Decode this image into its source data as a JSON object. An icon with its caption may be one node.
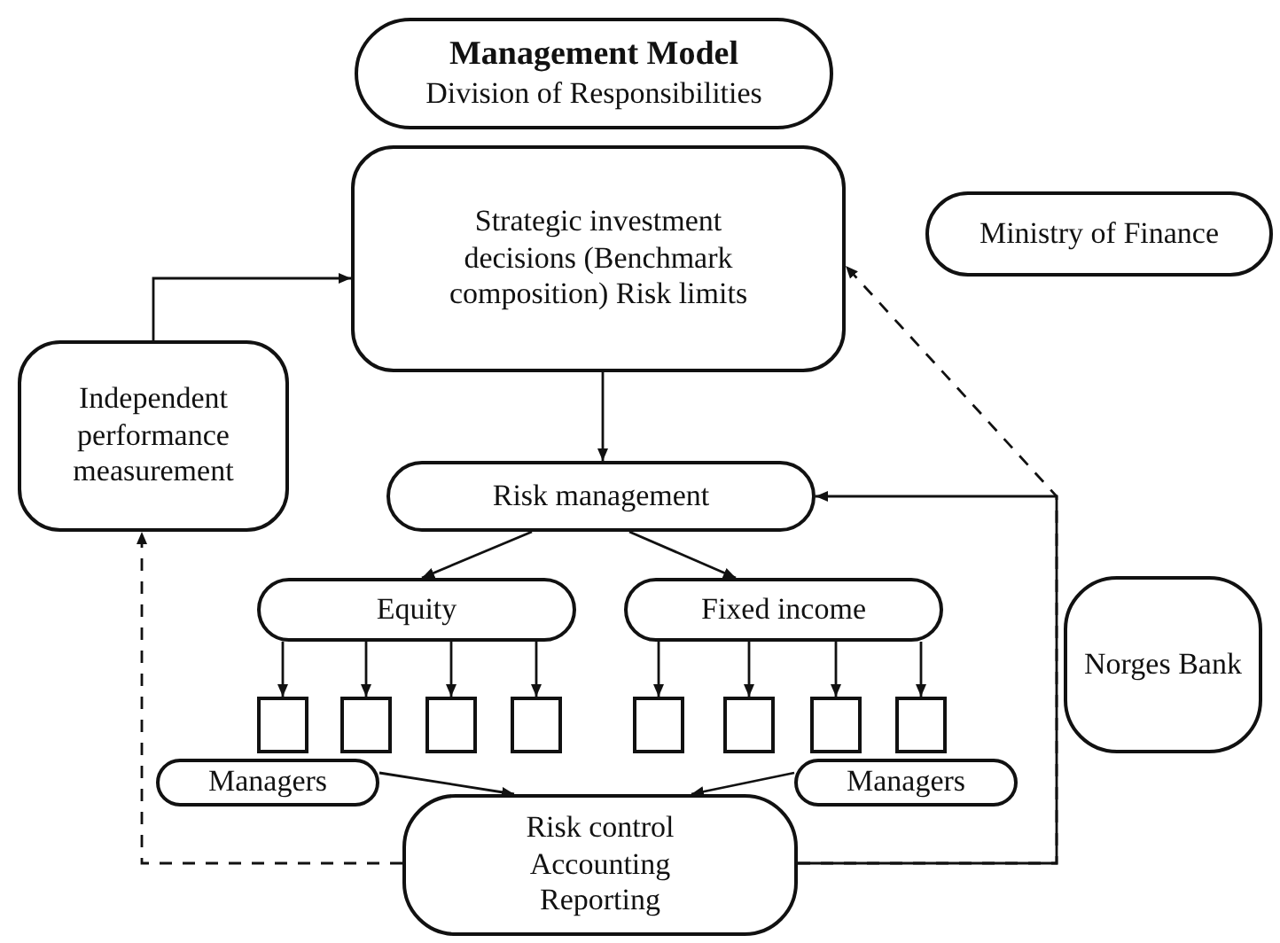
{
  "diagram": {
    "nodes": [
      {
        "text": [
          "Management Model",
          "Division of Responsibilities"
        ]
      },
      {
        "text": [
          "Strategic investment decisions (Benchmark composition) Risk limits"
        ]
      },
      {
        "text": [
          "Ministry of Finance"
        ]
      },
      {
        "text": [
          "Independent performance measurement"
        ]
      },
      {
        "text": [
          "Risk management"
        ]
      },
      {
        "text": [
          "Equity"
        ]
      },
      {
        "text": [
          "Fixed income"
        ]
      },
      {
        "text": [],
        "shape": "box"
      },
      {
        "text": [],
        "shape": "box"
      },
      {
        "text": [],
        "shape": "box"
      },
      {
        "text": [],
        "shape": "box"
      },
      {
        "text": [],
        "shape": "box"
      },
      {
        "text": [],
        "shape": "box"
      },
      {
        "text": [],
        "shape": "box"
      },
      {
        "text": [],
        "shape": "box"
      },
      {
        "text": [
          "Managers"
        ]
      },
      {
        "text": [
          "Managers"
        ]
      },
      {
        "text": [
          "Risk control Accounting Reporting"
        ]
      },
      {
        "text": [
          "Norges Bank"
        ]
      }
    ],
    "edges": [
      {
        "from": 3,
        "to": 1,
        "arrow": "to"
      },
      {
        "from": 1,
        "to": 4,
        "arrow": "to"
      },
      {
        "from": 4,
        "to": 5,
        "arrow": "to"
      },
      {
        "from": 4,
        "to": 6,
        "arrow": "to"
      },
      {
        "from": 5,
        "to": 7,
        "arrow": "to"
      },
      {
        "from": 5,
        "to": 8,
        "arrow": "to"
      },
      {
        "from": 5,
        "to": 9,
        "arrow": "to"
      },
      {
        "from": 5,
        "to": 10,
        "arrow": "to"
      },
      {
        "from": 6,
        "to": 11,
        "arrow": "to"
      },
      {
        "from": 6,
        "to": 12,
        "arrow": "to"
      },
      {
        "from": 6,
        "to": 13,
        "arrow": "to"
      },
      {
        "from": 6,
        "to": 14,
        "arrow": "to"
      },
      {
        "from": 15,
        "to": 17,
        "arrow": "to"
      },
      {
        "from": 16,
        "to": 17,
        "arrow": "to"
      },
      {
        "from": 17,
        "to": 4,
        "arrow": "to"
      },
      {
        "from": 17,
        "to": 1,
        "arrow": "to",
        "style": "dashed"
      },
      {
        "from": 17,
        "to": 3,
        "arrow": "to",
        "style": "dashed"
      }
    ]
  }
}
